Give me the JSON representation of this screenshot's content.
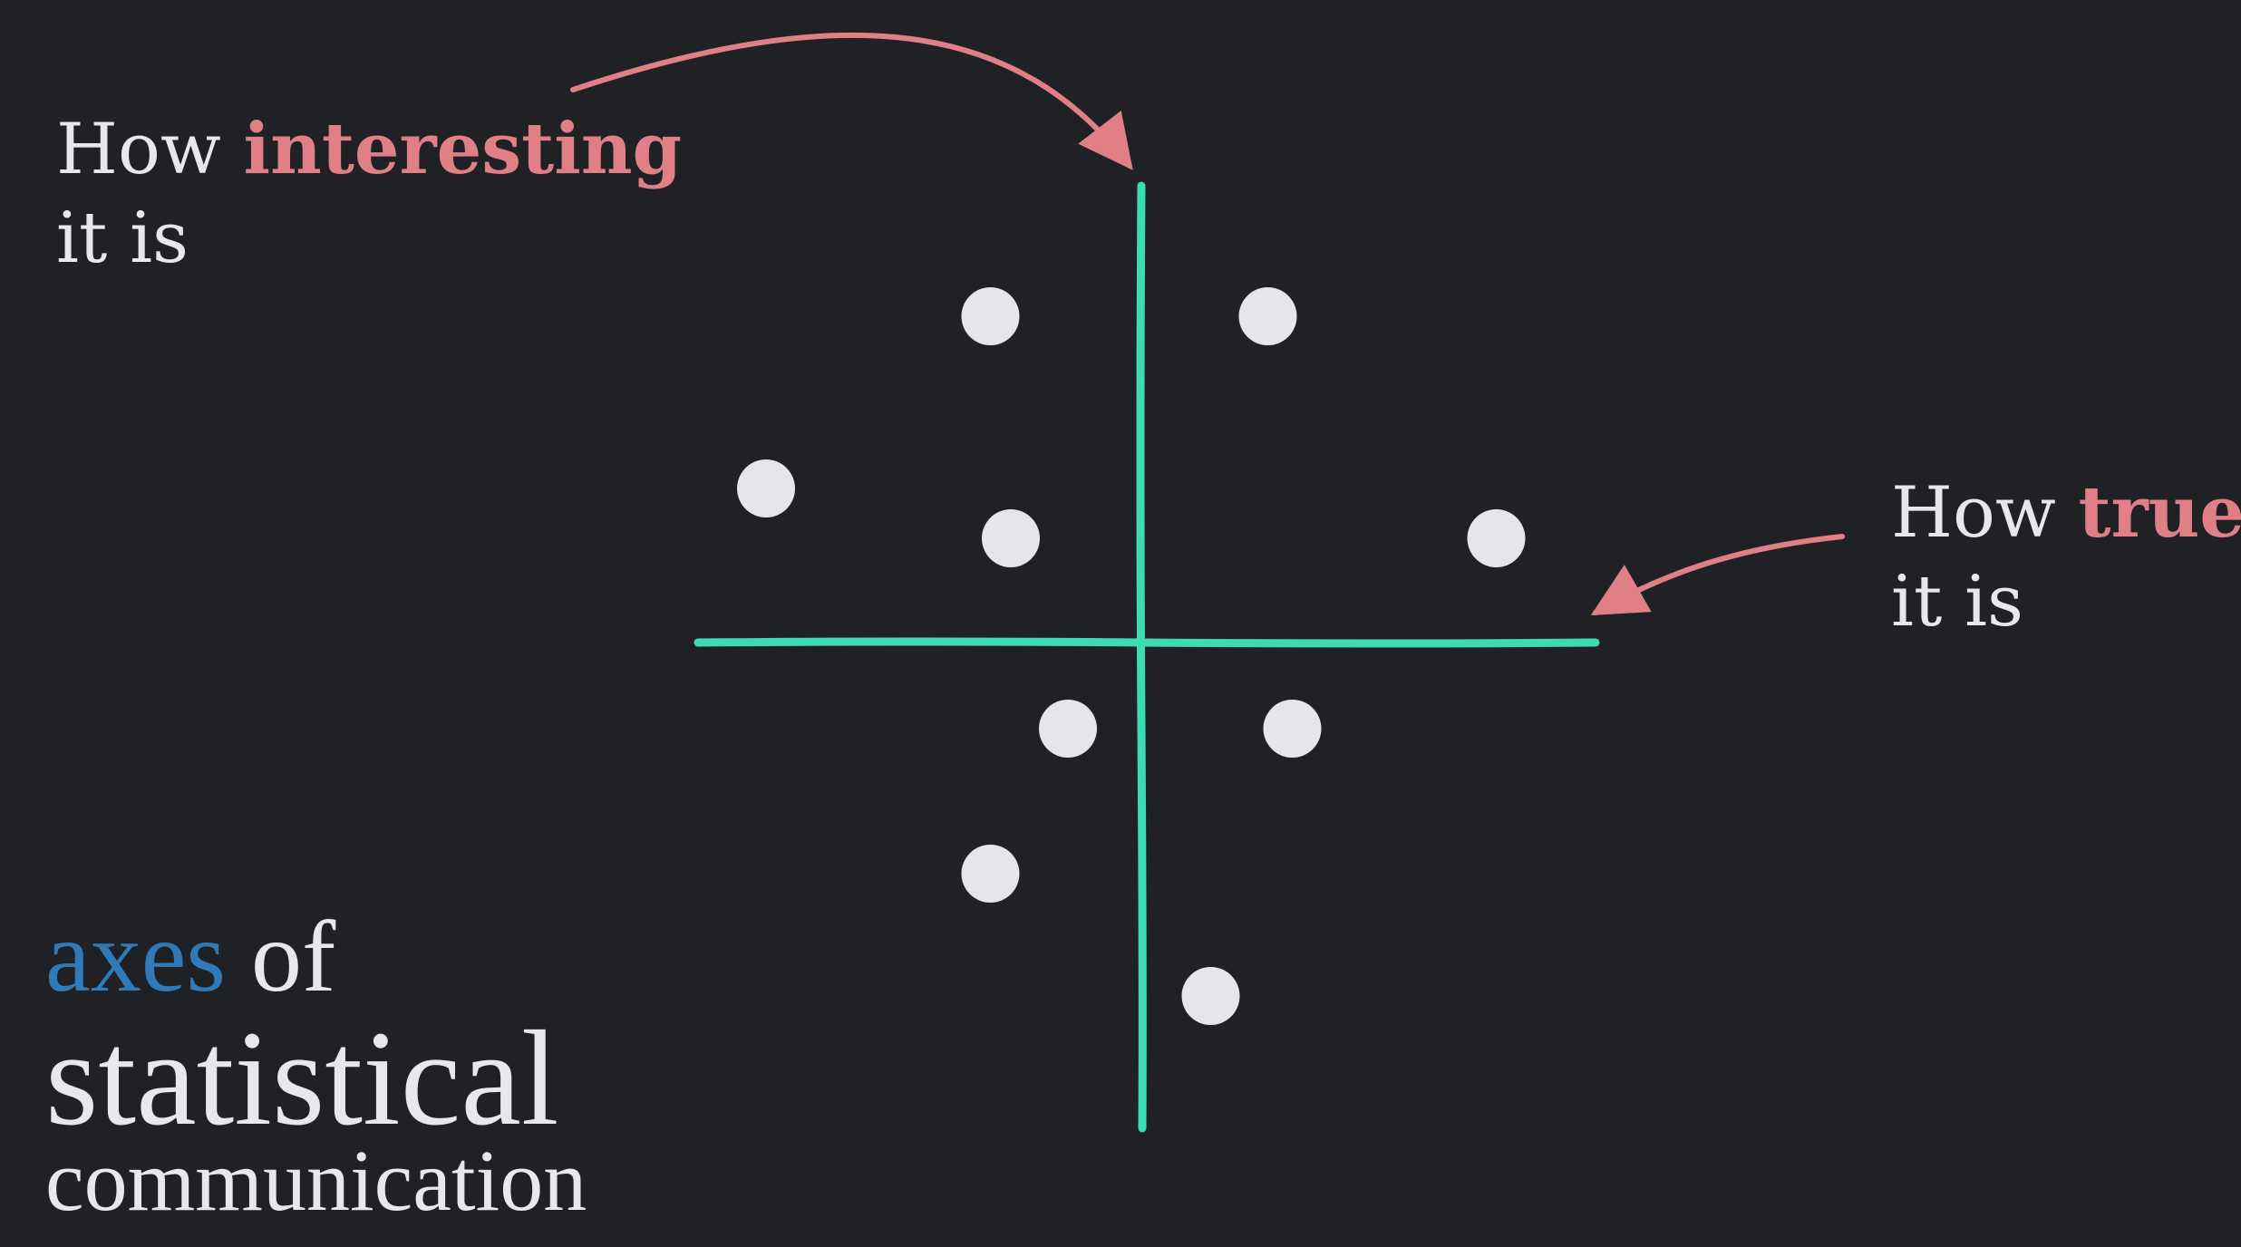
{
  "labels": {
    "vertical_axis": {
      "prefix": "How",
      "emphasis": "interesting",
      "suffix": "it is"
    },
    "horizontal_axis": {
      "prefix": "How",
      "emphasis": "true",
      "suffix": "it is"
    }
  },
  "title": {
    "highlight": "axes",
    "line1_rest": "of",
    "line2": "statistical",
    "line3": "communication"
  },
  "colors": {
    "background": "#202125",
    "axis": "#3ddbb0",
    "point": "#e6e6ea",
    "arrow": "#e07f86",
    "emphasis": "#e07f86",
    "title_highlight": "#2f7ab8"
  },
  "chart_data": {
    "type": "scatter",
    "xlabel": "How true it is",
    "ylabel": "How interesting it is",
    "xlim": [
      -1,
      1
    ],
    "ylim": [
      -1,
      1
    ],
    "grid": false,
    "points": [
      {
        "x": -0.37,
        "y": 0.72
      },
      {
        "x": 0.31,
        "y": 0.72
      },
      {
        "x": -0.92,
        "y": 0.34
      },
      {
        "x": -0.32,
        "y": 0.23
      },
      {
        "x": 0.87,
        "y": 0.23
      },
      {
        "x": -0.18,
        "y": -0.19
      },
      {
        "x": 0.37,
        "y": -0.19
      },
      {
        "x": -0.37,
        "y": -0.51
      },
      {
        "x": 0.17,
        "y": -0.78
      }
    ]
  }
}
